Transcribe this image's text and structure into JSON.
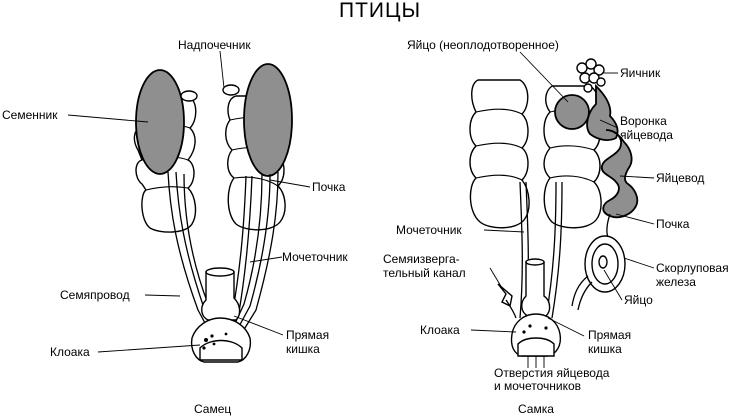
{
  "title": "ПТИЦЫ",
  "male": {
    "caption": "Самец",
    "labels": {
      "adrenal": "Надпочечник",
      "testis": "Семенник",
      "kidney": "Почка",
      "ureter": "Мочеточник",
      "vas_deferens": "Семяпровод",
      "rectum_line1": "Прямая",
      "rectum_line2": "кишка",
      "cloaca": "Клоака"
    }
  },
  "female": {
    "caption": "Самка",
    "labels": {
      "egg_unfertilized": "Яйцо (неоплодотворенное)",
      "ovary": "Яичник",
      "infundibulum_line1": "Воронка",
      "infundibulum_line2": "яйцевода",
      "oviduct": "Яйцевод",
      "ureter": "Мочеточник",
      "kidney": "Почка",
      "ejaculatory_line1": "Семяизверга-",
      "ejaculatory_line2": "тельный канал",
      "shell_gland_line1": "Скорлуповая",
      "shell_gland_line2": "железа",
      "egg": "Яйцо",
      "cloaca": "Клоака",
      "rectum_line1": "Прямая",
      "rectum_line2": "кишка",
      "openings_line1": "Отверстия яйцевода",
      "openings_line2": "и мочеточников"
    }
  }
}
